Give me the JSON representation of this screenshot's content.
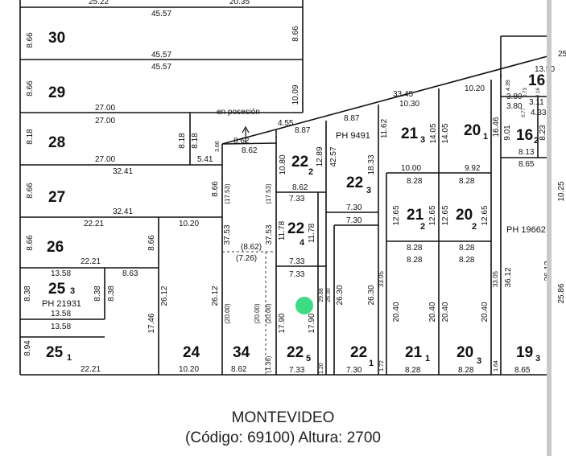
{
  "street": {
    "name": "MONTEVIDEO",
    "code_line": "(Código: 69100) Altura: 2700"
  },
  "notes": {
    "en_posesion": "en posesión"
  },
  "lots": {
    "l30": "30",
    "l29": "29",
    "l28": "28",
    "l27": "27",
    "l26": "26",
    "l25_3": "25",
    "l25_3s": "3",
    "l25_1": "25",
    "l25_1s": "1",
    "l24": "24",
    "l34": "34",
    "l22_2": "22",
    "l22_2s": "2",
    "l22_3": "22",
    "l22_3s": "3",
    "l22_4": "22",
    "l22_4s": "4",
    "l22_5": "22",
    "l22_5s": "5",
    "l22_1": "22",
    "l22_1s": "1",
    "l21_3": "21",
    "l21_3s": "3",
    "l21_2": "21",
    "l21_2s": "2",
    "l21_1": "21",
    "l21_1s": "1",
    "l20_1": "20",
    "l20_1s": "1",
    "l20_2": "20",
    "l20_2s": "2",
    "l20_3": "20",
    "l20_3s": "3",
    "l16_2": "16",
    "l16_2s": "2",
    "l16": "16",
    "l19_3": "19",
    "l19_3s": "3"
  },
  "ph": {
    "p21931": "PH 21931",
    "p9491": "PH 9491",
    "p19662": "PH 19662"
  },
  "dims": {
    "d2522": "25.22",
    "d2035": "20.35",
    "d4557a": "45.57",
    "d4557b": "45.57",
    "d4557c": "45.57",
    "d866a": "8.66",
    "d866b": "8.66",
    "d866c": "8.66",
    "d866d": "8.66",
    "d866e": "8.66",
    "d866f": "8.66",
    "d866g": "8.66",
    "d1009": "10.09",
    "d2700a": "27.00",
    "d2700b": "27.00",
    "d2700c": "27.00",
    "d818a": "8.18",
    "d818b": "8.18",
    "d818c": "8.18",
    "d541": "5.41",
    "d3241a": "32.41",
    "d3241b": "32.41",
    "d2221a": "22.21",
    "d2221b": "22.21",
    "d2221c": "22.21",
    "d1020a": "10.20",
    "d1020b": "10.20",
    "d1020c": "10.20",
    "d1358a": "13.58",
    "d1358b": "13.58",
    "d1358c": "13.58",
    "d838a": "8.38",
    "d838b": "8.38",
    "d838c": "8.38",
    "d863": "8.63",
    "d2612a": "26.12",
    "d2612b": "26.12",
    "d1746": "17.46",
    "d894": "8.94",
    "d862a": "8.62",
    "d862b": "8.62",
    "d862c": "8.62",
    "d862d": "8.62",
    "d862e": "(8.62)",
    "d3753a": "37.53",
    "d3753b": "37.53",
    "d1753a": "(17.53)",
    "d1753b": "(17.53)",
    "d726": "(7.26)",
    "d2000a": "(20.00)",
    "d2000b": "(20.00)",
    "d2000c": "(20.00)",
    "d136": "(1.36)",
    "d366": "3.66",
    "d455": "4.55",
    "d887a": "8.87",
    "d887b": "8.87",
    "d3345": "33.45",
    "d1030": "10.30",
    "d1080": "10.80",
    "d1289": "12.89",
    "d733a": "7.33",
    "d733b": "7.33",
    "d733c": "7.33",
    "d733d": "7.33",
    "d1178a": "11.78",
    "d1178b": "11.78",
    "d1790a": "17.90",
    "d1790b": "17.90",
    "d2988": "29.88",
    "d2630a": "26.30",
    "d2630b": "26.30",
    "d2630c": "26.30",
    "d4257": "42.57",
    "d1833": "18.33",
    "d730a": "7.30",
    "d730b": "7.30",
    "d730c": "7.30",
    "d1162": "11.62",
    "d1405a": "14.05",
    "d1405b": "14.05",
    "d1646": "16.46",
    "d1000": "10.00",
    "d992": "9.92",
    "d828a": "8.28",
    "d828b": "8.28",
    "d828c": "8.28",
    "d828d": "8.28",
    "d828e": "8.28",
    "d828f": "8.28",
    "d828g": "8.28",
    "d828h": "8.28",
    "d1265a": "12.65",
    "d1265b": "12.65",
    "d1265c": "12.65",
    "d1265d": "12.65",
    "d3305a": "33.05",
    "d3305b": "33.05",
    "d2040a": "20.40",
    "d2040b": "20.40",
    "d2040c": "20.40",
    "d2040d": "20.40",
    "d172": "1.72",
    "d120": "1.20",
    "d164": "1.64",
    "d901": "9.01",
    "d823": "8.23",
    "d813": "8.13",
    "d865a": "8.65",
    "d865b": "8.65",
    "d3612a": "36.12",
    "d3612b": "36.12",
    "d1025": "10.25",
    "d2586": "25.86",
    "d1350": "13.50",
    "d439": "4.39",
    "d380a": "3.80",
    "d380b": "3.80",
    "d073": "0.73",
    "d216": "2.16",
    "d311": "3.11",
    "d433": "4.33",
    "d077": "0.77",
    "d25": "25"
  }
}
